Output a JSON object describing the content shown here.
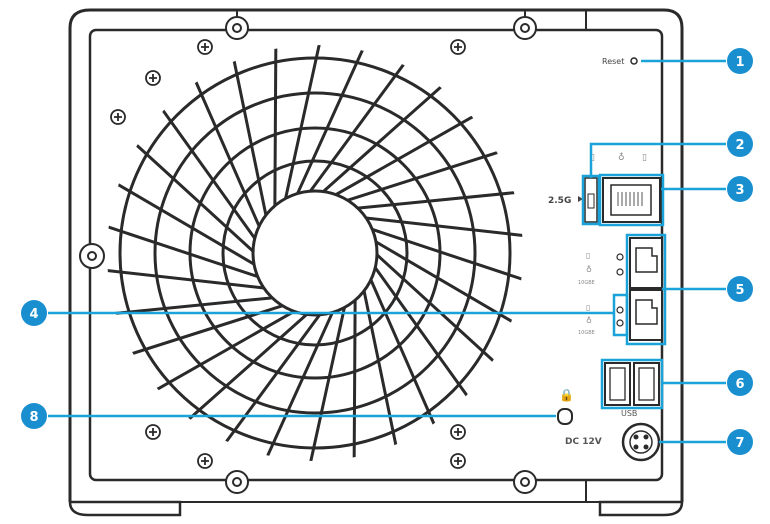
{
  "labels": {
    "reset": "Reset",
    "speed": "2.5G",
    "usb": "USB",
    "power": "DC 12V",
    "poe": "10GBE",
    "poe2": "10GBE"
  },
  "callouts": [
    "1",
    "2",
    "3",
    "4",
    "5",
    "6",
    "7",
    "8"
  ],
  "colors": {
    "callout": "#1a8fd0",
    "leader": "#1aa3d8",
    "outline": "#2a2a2a",
    "panel": "#ffffff"
  }
}
